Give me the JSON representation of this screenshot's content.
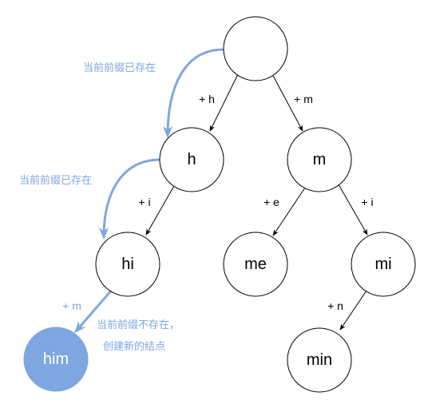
{
  "colors": {
    "accent": "#7ea6e0",
    "stroke": "#000000",
    "background": "#ffffff"
  },
  "nodes": [
    {
      "id": "root",
      "label": ""
    },
    {
      "id": "h",
      "label": "h"
    },
    {
      "id": "m",
      "label": "m"
    },
    {
      "id": "hi",
      "label": "hi"
    },
    {
      "id": "me",
      "label": "me"
    },
    {
      "id": "mi",
      "label": "mi"
    },
    {
      "id": "him",
      "label": "him"
    },
    {
      "id": "min",
      "label": "min"
    }
  ],
  "edges": [
    {
      "label": "+ h"
    },
    {
      "label": "+ m"
    },
    {
      "label": "+ i"
    },
    {
      "label": "+ e"
    },
    {
      "label": "+ i"
    },
    {
      "label": "+ m"
    },
    {
      "label": "+ n"
    }
  ],
  "annotations": {
    "prefix_exists_1": "当前前缀已存在",
    "prefix_exists_2": "当前前缀已存在",
    "prefix_missing_line1": "当前前缀不存在，",
    "prefix_missing_line2": "创建新的结点"
  }
}
